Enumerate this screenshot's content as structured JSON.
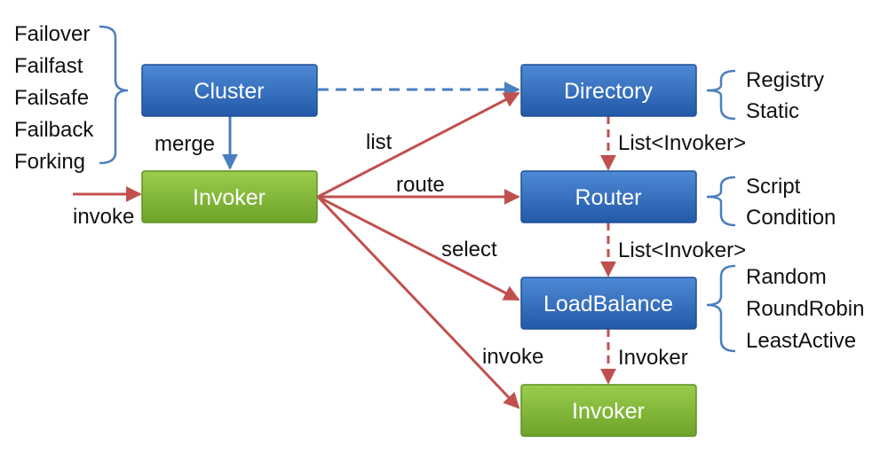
{
  "colors": {
    "blue_box_top": "#4f8ad6",
    "blue_box_bottom": "#2259a8",
    "blue_box_stroke": "#1d4f96",
    "green_box_top": "#9acd4c",
    "green_box_bottom": "#6ea32a",
    "green_box_stroke": "#5f8f22",
    "blue_arrow": "#4a7ebf",
    "red_arrow": "#c0504d",
    "text": "#111111",
    "box_text": "#ffffff"
  },
  "nodes": {
    "cluster": "Cluster",
    "directory": "Directory",
    "router": "Router",
    "loadbalance": "LoadBalance",
    "invoker_main": "Invoker",
    "invoker_result": "Invoker"
  },
  "groups": {
    "cluster_types": [
      "Failover",
      "Failfast",
      "Failsafe",
      "Failback",
      "Forking"
    ],
    "directory_types": [
      "Registry",
      "Static"
    ],
    "router_types": [
      "Script",
      "Condition"
    ],
    "loadbalance_types": [
      "Random",
      "RoundRobin",
      "LeastActive"
    ]
  },
  "edge_labels": {
    "merge": "merge",
    "invoke_in": "invoke",
    "list": "list",
    "route": "route",
    "select": "select",
    "invoke_out": "invoke",
    "directory_to_router": "List<Invoker>",
    "router_to_loadbalance": "List<Invoker>",
    "loadbalance_to_invoker": "Invoker"
  }
}
